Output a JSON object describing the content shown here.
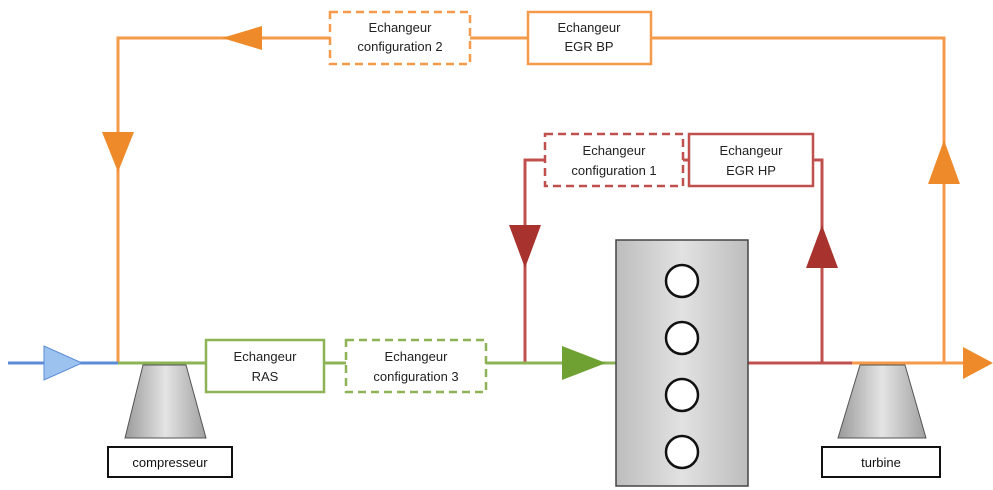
{
  "colors": {
    "orange": "#F59A4A",
    "orange_dark": "#E07A1E",
    "green": "#8DB356",
    "green_dark": "#6FA032",
    "red": "#C0504D",
    "red_dark": "#A53632",
    "blue": "#5B8BD6",
    "blue_light": "#9CC3F0",
    "engine_fill": "#D4D4D4"
  },
  "boxes": {
    "config2": {
      "line1": "Echangeur",
      "line2": "configuration 2",
      "style": "dashed"
    },
    "egr_bp": {
      "line1": "Echangeur",
      "line2": "EGR BP",
      "style": "solid"
    },
    "config1": {
      "line1": "Echangeur",
      "line2": "configuration 1",
      "style": "dashed"
    },
    "egr_hp": {
      "line1": "Echangeur",
      "line2": "EGR HP",
      "style": "solid"
    },
    "ras": {
      "line1": "Echangeur",
      "line2": "RAS",
      "style": "solid"
    },
    "config3": {
      "line1": "Echangeur",
      "line2": "configuration 3",
      "style": "dashed"
    }
  },
  "labels": {
    "compressor": "compresseur",
    "turbine": "turbine"
  },
  "engine": {
    "cylinder_count": 4
  }
}
